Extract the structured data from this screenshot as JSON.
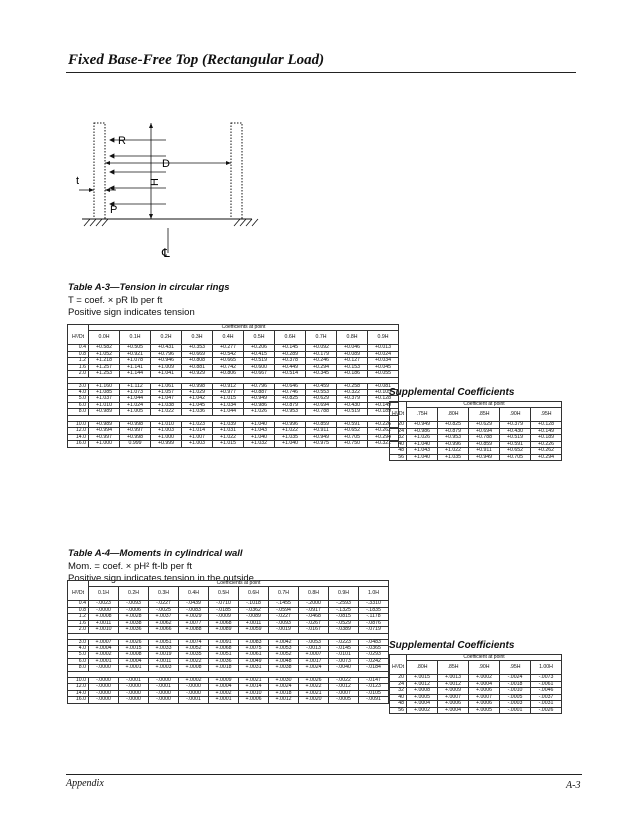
{
  "page_title": "Fixed Base-Free Top (Rectangular Load)",
  "figure": {
    "label_R": "R",
    "label_D": "D",
    "label_H": "H",
    "label_t": "t",
    "label_P": "P",
    "label_CL": "℄"
  },
  "table_a3": {
    "caption": "Table A-3—Tension in circular rings",
    "formula": "T = coef. × pR lb per ft",
    "note": "Positive sign indicates tension",
    "band": "Coefficients at point",
    "row_header": "H²/Dt",
    "headers": [
      "0.0H",
      "0.1H",
      "0.2H",
      "0.3H",
      "0.4H",
      "0.5H",
      "0.6H",
      "0.7H",
      "0.8H",
      "0.9H"
    ],
    "groups": [
      [
        [
          "0.4",
          "+0.582",
          "+0.505",
          "+0.431",
          "+0.353",
          "+0.277",
          "+0.206",
          "+0.145",
          "+0.092",
          "+0.046",
          "+0.013"
        ],
        [
          "0.8",
          "+1.052",
          "+0.921",
          "+0.796",
          "+0.669",
          "+0.542",
          "+0.415",
          "+0.289",
          "+0.179",
          "+0.089",
          "+0.024"
        ],
        [
          "1.2",
          "+1.218",
          "+1.078",
          "+0.946",
          "+0.808",
          "+0.665",
          "+0.519",
          "+0.378",
          "+0.246",
          "+0.127",
          "+0.034"
        ],
        [
          "1.6",
          "+1.257",
          "+1.141",
          "+1.009",
          "+0.881",
          "+0.742",
          "+0.600",
          "+0.449",
          "+0.294",
          "+0.153",
          "+0.045"
        ],
        [
          "2.0",
          "+1.253",
          "+1.144",
          "+1.041",
          "+0.929",
          "+0.806",
          "+0.667",
          "+0.514",
          "+0.345",
          "+0.186",
          "+0.055"
        ]
      ],
      [
        [
          "3.0",
          "+1.160",
          "+1.112",
          "+1.061",
          "+0.998",
          "+0.912",
          "+0.796",
          "+0.646",
          "+0.459",
          "+0.258",
          "+0.081"
        ],
        [
          "4.0",
          "+1.085",
          "+1.073",
          "+1.057",
          "+1.029",
          "+0.977",
          "+0.887",
          "+0.746",
          "+0.553",
          "+0.322",
          "+0.105"
        ],
        [
          "5.0",
          "+1.037",
          "+1.044",
          "+1.047",
          "+1.042",
          "+1.015",
          "+0.949",
          "+0.825",
          "+0.629",
          "+0.379",
          "+0.128"
        ],
        [
          "6.0",
          "+1.010",
          "+1.024",
          "+1.038",
          "+1.045",
          "+1.034",
          "+0.986",
          "+0.879",
          "+0.694",
          "+0.430",
          "+0.149"
        ],
        [
          "8.0",
          "+0.989",
          "+1.005",
          "+1.022",
          "+1.036",
          "+1.044",
          "+1.026",
          "+0.953",
          "+0.788",
          "+0.519",
          "+0.189"
        ]
      ],
      [
        [
          "10.0",
          "+0.989",
          "+0.998",
          "+1.010",
          "+1.023",
          "+1.039",
          "+1.040",
          "+0.996",
          "+0.859",
          "+0.591",
          "+0.226"
        ],
        [
          "12.0",
          "+0.994",
          "+0.997",
          "+1.003",
          "+1.014",
          "+1.031",
          "+1.043",
          "+1.022",
          "+0.911",
          "+0.652",
          "+0.262"
        ],
        [
          "14.0",
          "+0.997",
          "+0.998",
          "+1.000",
          "+1.007",
          "+1.022",
          "+1.040",
          "+1.035",
          "+0.949",
          "+0.705",
          "+0.294"
        ],
        [
          "16.0",
          "+1.000",
          "0.999",
          "+0.999",
          "+1.003",
          "+1.015",
          "+1.032",
          "+1.040",
          "+0.975",
          "+0.750",
          "+0.321"
        ]
      ]
    ]
  },
  "supp_a3": {
    "title": "Supplemental Coefficients",
    "band": "Coefficient at point",
    "row_header": "H²/Dt",
    "headers": [
      ".75H",
      ".80H",
      ".85H",
      ".90H",
      ".95H"
    ],
    "rows": [
      [
        "20",
        "+0.949",
        "+0.825",
        "+0.629",
        "+0.379",
        "+0.128"
      ],
      [
        "24",
        "+0.986",
        "+0.879",
        "+0.694",
        "+0.430",
        "+0.149"
      ],
      [
        "32",
        "+1.026",
        "+0.953",
        "+0.788",
        "+0.519",
        "+0.189"
      ],
      [
        "40",
        "+1.040",
        "+0.996",
        "+0.859",
        "+0.591",
        "+0.226"
      ],
      [
        "48",
        "+1.043",
        "+1.022",
        "+0.911",
        "+0.652",
        "+0.262"
      ],
      [
        "56",
        "+1.040",
        "+1.035",
        "+0.949",
        "+0.705",
        "+0.294"
      ]
    ]
  },
  "table_a4": {
    "caption": "Table A-4—Moments in cylindrical wall",
    "formula": "Mom. = coef. × pH² ft-lb per ft",
    "note": "Positive sign indicates tension in the outside",
    "band": "Coefficients at point",
    "row_header": "H²/Dt",
    "headers": [
      "0.1H",
      "0.2H",
      "0.3H",
      "0.4H",
      "0.5H",
      "0.6H",
      "0.7H",
      "0.8H",
      "0.9H",
      "1.0H"
    ],
    "groups": [
      [
        [
          "0.4",
          "-.0023",
          "-.0093",
          "-.0227",
          "-.0439",
          "-.0710",
          "-.1018",
          "-.1455",
          "-.2000",
          "-.2593",
          "-.3310"
        ],
        [
          "0.8",
          "-.0000",
          "-.0006",
          "-.0025",
          "-.0083",
          "-.0185",
          "-.0362",
          "-.0594",
          "-.0917",
          "-.1325",
          "-.1835"
        ],
        [
          "1.2",
          "+.0008",
          "+.0028",
          "+.0037",
          "+.0029",
          "-.0009",
          "-.0089",
          "-.0227",
          "-.0468",
          "-.0815",
          "-.1178"
        ],
        [
          "1.6",
          "+.0011",
          "+.0038",
          "+.0062",
          "+.0077",
          "+.0068",
          "+.0011",
          "-.0093",
          "-.0267",
          "-.0529",
          "-.0876"
        ],
        [
          "2.0",
          "+.0010",
          "+.0036",
          "+.0066",
          "+.0088",
          "+.0089",
          "+.0059",
          "-.0019",
          "-.0167",
          "-.0389",
          "-.0719"
        ]
      ],
      [
        [
          "3.0",
          "+.0007",
          "+.0026",
          "+.0051",
          "+.0074",
          "+.0091",
          "+.0083",
          "+.0042",
          "-.0053",
          "-.0223",
          "-.0483"
        ],
        [
          "4.0",
          "+.0004",
          "+.0015",
          "+.0033",
          "+.0052",
          "+.0068",
          "+.0075",
          "+.0053",
          "-.0013",
          "-.0145",
          "-.0365"
        ],
        [
          "5.0",
          "+.0002",
          "+.0008",
          "+.0019",
          "+.0035",
          "+.0051",
          "+.0061",
          "+.0052",
          "+.0007",
          "-.0101",
          "-.0293"
        ],
        [
          "6.0",
          "+.0001",
          "+.0004",
          "+.0011",
          "+.0022",
          "+.0036",
          "+.0049",
          "+.0048",
          "+.0017",
          "-.0073",
          "-.0242"
        ],
        [
          "8.0",
          "-.0000",
          "+.0001",
          "+.0003",
          "+.0008",
          "+.0018",
          "+.0031",
          "+.0038",
          "+.0024",
          "-.0040",
          "-.0184"
        ]
      ],
      [
        [
          "10.0",
          "-.0000",
          "-.0001",
          "-.0000",
          "+.0002",
          "+.0009",
          "+.0021",
          "+.0030",
          "+.0026",
          "-.0022",
          "-.0147"
        ],
        [
          "12.0",
          "-.0000",
          "-.0000",
          "-.0001",
          "-.0000",
          "+.0004",
          "+.0014",
          "+.0024",
          "+.0022",
          "-.0012",
          "-.0123"
        ],
        [
          "14.0",
          "-.0000",
          "-.0000",
          "-.0000",
          "-.0000",
          "+.0002",
          "+.0010",
          "+.0018",
          "+.0021",
          "-.0007",
          "-.0105"
        ],
        [
          "16.0",
          "-.0000",
          "-.0000",
          "-.0000",
          "-.0001",
          "+.0001",
          "+.0006",
          "+.0012",
          "+.0020",
          "-.0005",
          "-.0091"
        ]
      ]
    ]
  },
  "supp_a4": {
    "title": "Supplemental Coefficients",
    "band": "Coefficient at point",
    "row_header": "H²/Dt",
    "headers": [
      ".80H",
      ".85H",
      ".90H",
      ".95H",
      "1.00H"
    ],
    "rows": [
      [
        "20",
        "+.0015",
        "+.0013",
        "+.0002",
        "-.0024",
        "-.0073"
      ],
      [
        "24",
        "+.0012",
        "+.0012",
        "+.0004",
        "-.0018",
        "-.0061"
      ],
      [
        "32",
        "+.0008",
        "+.0009",
        "+.0006",
        "-.0010",
        "-.0046"
      ],
      [
        "40",
        "+.0005",
        "+.0007",
        "+.0007",
        "-.0005",
        "-.0037"
      ],
      [
        "48",
        "+.0004",
        "+.0006",
        "+.0006",
        "-.0003",
        "-.0031"
      ],
      [
        "56",
        "+.0002",
        "+.0004",
        "+.0005",
        "-.0001",
        "-.0026"
      ]
    ]
  },
  "footer": {
    "left": "Appendix",
    "right": "A-3"
  }
}
